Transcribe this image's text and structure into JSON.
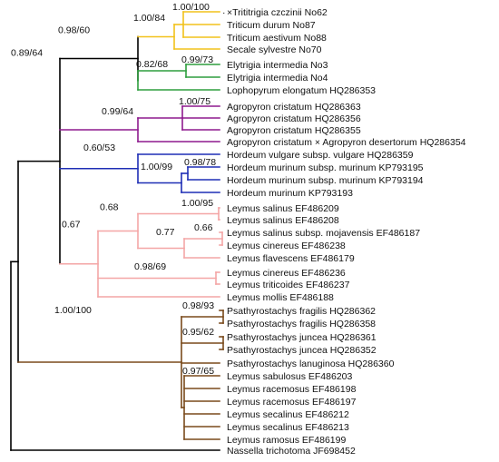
{
  "diagram": {
    "type": "phylogenetic-tree",
    "clade_colors": {
      "root": "#000000",
      "triticeae_a": "#f2c21b",
      "elytrigia": "#2e9e3e",
      "agropyron": "#8e1a8e",
      "hordeum": "#1f2fb5",
      "leymus_a": "#f4a6a6",
      "psathyrostachys": "#7a4a1c"
    },
    "taxa": [
      {
        "id": "t1",
        "label": "×Trititrigia czczinii No62",
        "clade": "triticeae_a",
        "prefix_mark": "·"
      },
      {
        "id": "t2",
        "label": "Triticum durum No87",
        "clade": "triticeae_a"
      },
      {
        "id": "t3",
        "label": "Triticum aestivum No88",
        "clade": "triticeae_a"
      },
      {
        "id": "t4",
        "label": "Secale sylvestre No70",
        "clade": "triticeae_a"
      },
      {
        "id": "t5",
        "label": "Elytrigia intermedia No3",
        "clade": "elytrigia"
      },
      {
        "id": "t6",
        "label": "Elytrigia intermedia No4",
        "clade": "elytrigia"
      },
      {
        "id": "t7",
        "label": "Lophopyrum elongatum HQ286353",
        "clade": "elytrigia"
      },
      {
        "id": "t8",
        "label": "Agropyron cristatum HQ286363",
        "clade": "agropyron"
      },
      {
        "id": "t9",
        "label": "Agropyron cristatum HQ286356",
        "clade": "agropyron"
      },
      {
        "id": "t10",
        "label": "Agropyron cristatum HQ286355",
        "clade": "agropyron"
      },
      {
        "id": "t11",
        "label": "Agropyron cristatum × Agropyron desertorum HQ286354",
        "clade": "agropyron"
      },
      {
        "id": "t12",
        "label": "Hordeum vulgare subsp. vulgare HQ286359",
        "clade": "hordeum"
      },
      {
        "id": "t13",
        "label": "Hordeum murinum subsp. murinum KP793195",
        "clade": "hordeum"
      },
      {
        "id": "t14",
        "label": "Hordeum murinum subsp. murinum KP793194",
        "clade": "hordeum"
      },
      {
        "id": "t15",
        "label": "Hordeum murinum KP793193",
        "clade": "hordeum"
      },
      {
        "id": "t16",
        "label": "Leymus salinus EF486209",
        "clade": "leymus_a"
      },
      {
        "id": "t17",
        "label": "Leymus salinus EF486208",
        "clade": "leymus_a"
      },
      {
        "id": "t18",
        "label": "Leymus salinus subsp. mojavensis EF486187",
        "clade": "leymus_a"
      },
      {
        "id": "t19",
        "label": "Leymus cinereus EF486238",
        "clade": "leymus_a"
      },
      {
        "id": "t20",
        "label": "Leymus flavescens EF486179",
        "clade": "leymus_a"
      },
      {
        "id": "t21",
        "label": "Leymus cinereus EF486236",
        "clade": "leymus_a"
      },
      {
        "id": "t22",
        "label": "Leymus triticoides EF486237",
        "clade": "leymus_a"
      },
      {
        "id": "t23",
        "label": "Leymus mollis EF486188",
        "clade": "leymus_a"
      },
      {
        "id": "t24",
        "label": "Psathyrostachys fragilis HQ286362",
        "clade": "psathyrostachys"
      },
      {
        "id": "t25",
        "label": "Psathyrostachys fragilis HQ286358",
        "clade": "psathyrostachys"
      },
      {
        "id": "t26",
        "label": "Psathyrostachys juncea HQ286361",
        "clade": "psathyrostachys"
      },
      {
        "id": "t27",
        "label": "Psathyrostachys juncea HQ286352",
        "clade": "psathyrostachys"
      },
      {
        "id": "t28",
        "label": "Psathyrostachys lanuginosa HQ286360",
        "clade": "psathyrostachys"
      },
      {
        "id": "t29",
        "label": "Leymus sabulosus EF486203",
        "clade": "psathyrostachys"
      },
      {
        "id": "t30",
        "label": "Leymus racemosus EF486198",
        "clade": "psathyrostachys"
      },
      {
        "id": "t31",
        "label": "Leymus racemosus EF486197",
        "clade": "psathyrostachys"
      },
      {
        "id": "t32",
        "label": "Leymus secalinus EF486212",
        "clade": "psathyrostachys"
      },
      {
        "id": "t33",
        "label": "Leymus secalinus EF486213",
        "clade": "psathyrostachys"
      },
      {
        "id": "t34",
        "label": "Leymus ramosus EF486199",
        "clade": "psathyrostachys"
      },
      {
        "id": "t35",
        "label": "Nassella trichotoma JF698452",
        "clade": "root"
      }
    ],
    "support_values": {
      "n_triticum": "1.00/100",
      "n_triticeae": "1.00/84",
      "n_top": "0.98/60",
      "n_elytrigia": "0.99/73",
      "n_ely_group": "0.82/68",
      "n_agro_inner": "1.00/75",
      "n_agro": "0.99/64",
      "n_ingroup": "0.89/64",
      "n_hordeum": "0.60/53",
      "n_murinum": "0.98/78",
      "n_murinum_all": "1.00/99",
      "n_salinus": "1.00/95",
      "n_leymus_sub": "0.68",
      "n_mojavensis": "0.66",
      "n_cinereus": "0.77",
      "n_leymus": "0.67",
      "n_cinereus2": "0.98/69",
      "n_fragilis": "0.98/93",
      "n_juncea": "0.95/62",
      "n_leymus_b": "0.97/65",
      "n_psathy": "1.00/100"
    }
  }
}
